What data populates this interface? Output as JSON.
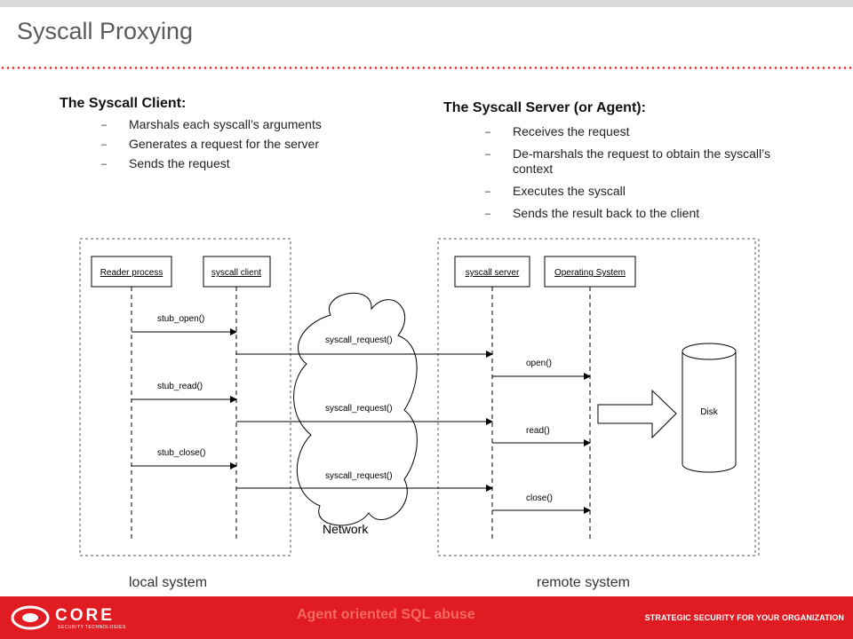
{
  "slide": {
    "title": "Syscall Proxying"
  },
  "client": {
    "heading": "The Syscall Client:",
    "bullets": [
      "Marshals each syscall’s arguments",
      "Generates a request for the server",
      "Sends the request"
    ]
  },
  "server": {
    "heading": "The Syscall Server (or Agent):",
    "bullets": [
      "Receives the request",
      "De-marshals the request to obtain the syscall’s context",
      "Executes the syscall",
      "Sends the result back to the client"
    ]
  },
  "diagram": {
    "local_label": "local system",
    "remote_label": "remote system",
    "network_label": "Network",
    "boxes": {
      "reader_process": "Reader process",
      "syscall_client": "syscall client",
      "syscall_server": "syscall server",
      "operating_system": "Operating System"
    },
    "disk_label": "Disk",
    "stub_calls": [
      "stub_open()",
      "stub_read()",
      "stub_close()"
    ],
    "requests": [
      "syscall_request()",
      "syscall_request()",
      "syscall_request()"
    ],
    "os_calls": [
      "open()",
      "read()",
      "close()"
    ]
  },
  "footer": {
    "logo_text": "CORE",
    "logo_subtext": "SECURITY TECHNOLOGIES",
    "center_text": "Agent oriented SQL abuse",
    "tagline": "STRATEGIC SECURITY FOR YOUR ORGANIZATION"
  },
  "colors": {
    "accent_red": "#e11b22",
    "title_gray": "#5a5a5a",
    "dots_red": "#e8202a"
  }
}
